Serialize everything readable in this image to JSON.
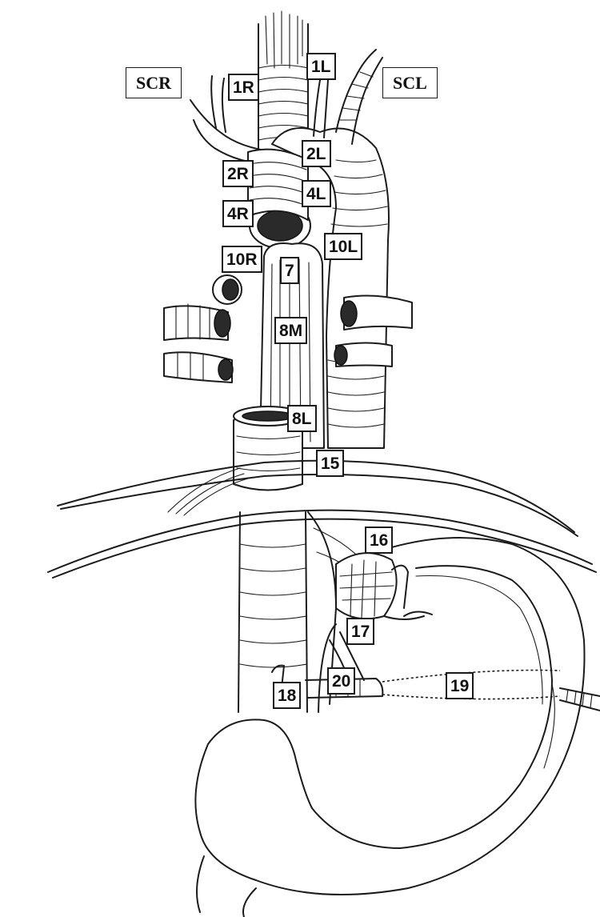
{
  "labels": {
    "scr": "SCR",
    "scl": "SCL",
    "n1r": "1R",
    "n1l": "1L",
    "n2r": "2R",
    "n2l": "2L",
    "n4r": "4R",
    "n4l": "4L",
    "n10r": "10R",
    "n10l": "10L",
    "n7": "7",
    "n8m": "8M",
    "n8l": "8L",
    "n15": "15",
    "n16": "16",
    "n17": "17",
    "n18": "18",
    "n19": "19",
    "n20": "20"
  }
}
